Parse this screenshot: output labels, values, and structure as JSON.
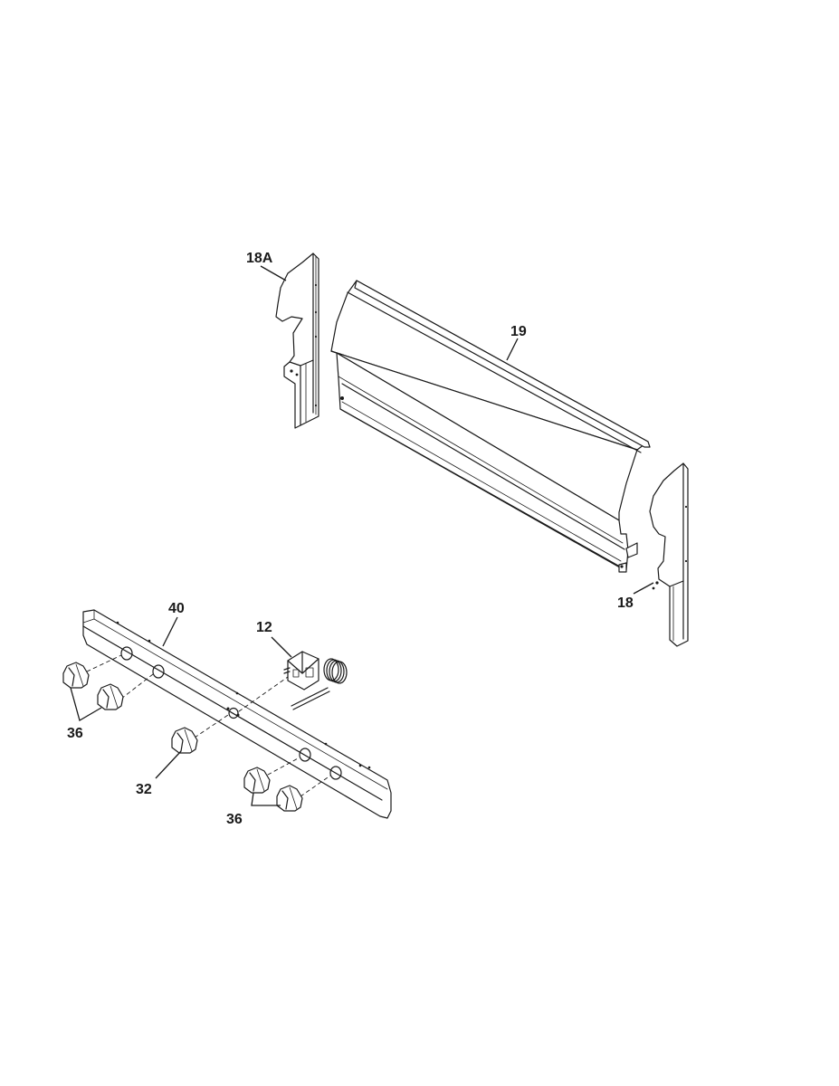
{
  "callouts": {
    "c18a": "18A",
    "c19": "19",
    "c18": "18",
    "c40": "40",
    "c12": "12",
    "c36a": "36",
    "c32": "32",
    "c36b": "36"
  }
}
